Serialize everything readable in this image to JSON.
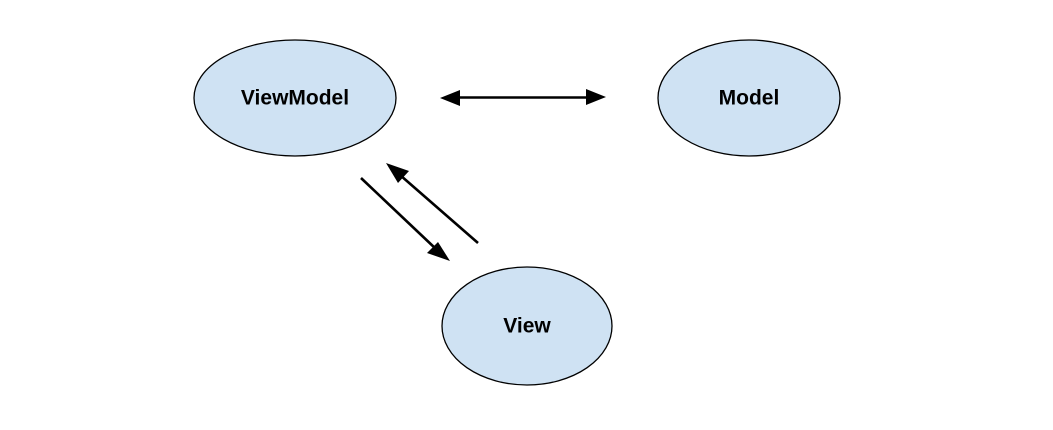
{
  "diagram": {
    "colors": {
      "node_fill": "#cfe2f3",
      "node_stroke": "#000000",
      "edge": "#000000"
    },
    "nodes": {
      "viewmodel": {
        "label": "ViewModel"
      },
      "model": {
        "label": "Model"
      },
      "view": {
        "label": "View"
      }
    },
    "edges": [
      {
        "from": "viewmodel",
        "to": "model",
        "direction": "both"
      },
      {
        "from": "viewmodel",
        "to": "view",
        "direction": "forward"
      },
      {
        "from": "view",
        "to": "viewmodel",
        "direction": "forward"
      }
    ]
  }
}
